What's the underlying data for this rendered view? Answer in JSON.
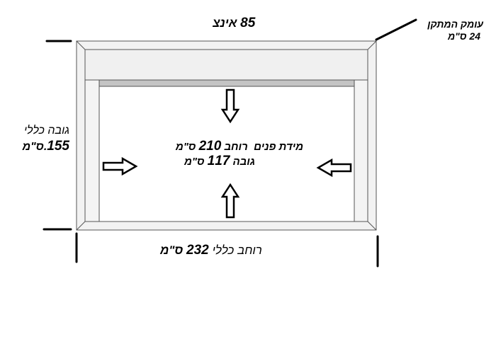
{
  "top_label": {
    "value": "85",
    "unit": "אינצ"
  },
  "depth_label": {
    "title": "עומק המתקן",
    "value": "24",
    "unit": "ס\"מ"
  },
  "height_label": {
    "title": "גובה כללי",
    "value": "155",
    "unit": ".ס\"מ"
  },
  "inner": {
    "title": "מידת פנים",
    "width_label": "רוחב",
    "width_value": "210",
    "width_unit": "ס\"מ",
    "height_label": "גובה",
    "height_value": "117",
    "height_unit": "ס\"מ"
  },
  "width_label": {
    "title": "רוחב כללי",
    "value": "232",
    "unit": "ס\"מ"
  }
}
